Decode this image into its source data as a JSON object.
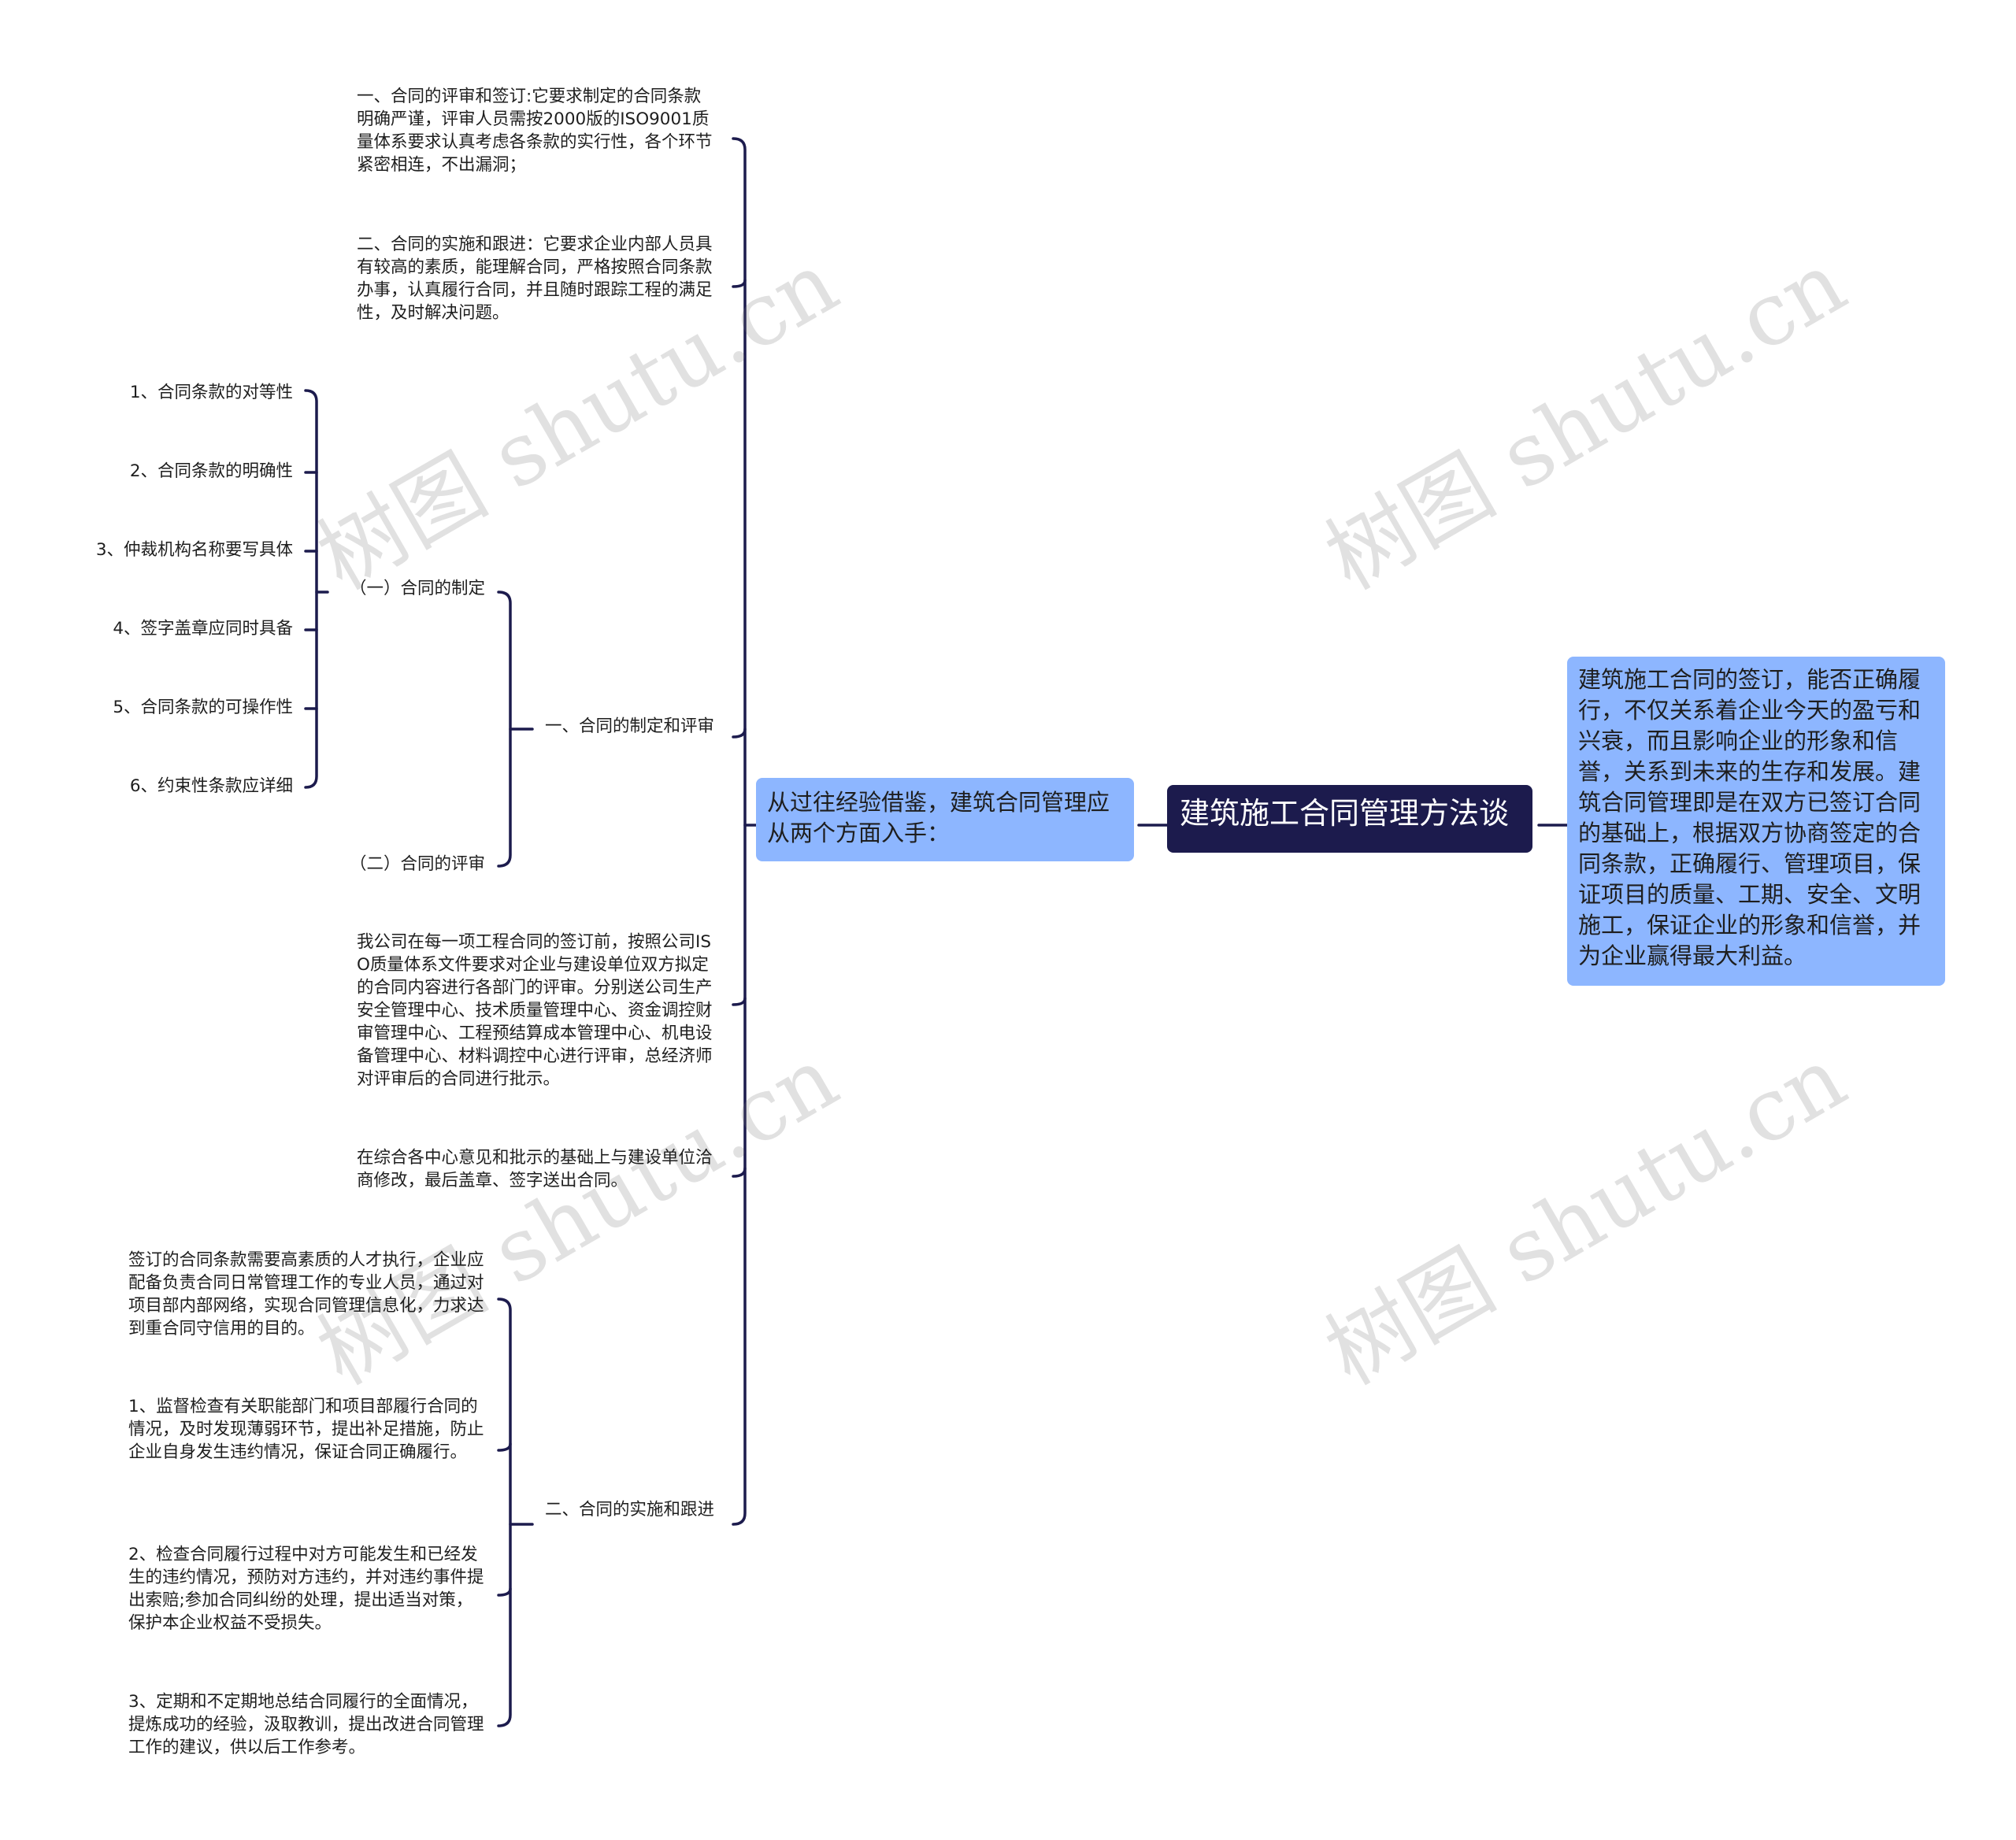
{
  "root": {
    "title": "建筑施工合同管理方法谈"
  },
  "right_note": {
    "text": "建筑施工合同的签订，能否正确履行，不仅关系着企业今天的盈亏和兴衰，而且影响企业的形象和信誉，关系到未来的生存和发展。建筑合同管理即是在双方已签订合同的基础上，根据双方协商签定的合同条款，正确履行、管理项目，保证项目的质量、工期、安全、文明施工，保证企业的形象和信誉，并为企业赢得最大利益。"
  },
  "left_main": {
    "text": "从过往经验借鉴，建筑合同管理应从两个方面入手："
  },
  "branches": {
    "eval_sign": "一、合同的评审和签订:它要求制定的合同条款明确严谨，评审人员需按2000版的ISO9001质量体系要求认真考虑各条款的实行性，各个环节紧密相连，不出漏洞；",
    "impl_follow": "二、合同的实施和跟进：它要求企业内部人员具有较高的素质，能理解合同，严格按照合同条款办事，认真履行合同，并且随时跟踪工程的满足性，及时解决问题。",
    "section1": {
      "label": "一、合同的制定和评审",
      "sub1": {
        "label": "（一）合同的制定",
        "items": [
          "1、合同条款的对等性",
          "2、合同条款的明确性",
          "3、仲裁机构名称要写具体",
          "4、签字盖章应同时具备",
          "5、合同条款的可操作性",
          "6、约束性条款应详细"
        ]
      },
      "sub2": {
        "label": "（二）合同的评审"
      }
    },
    "company_review": "我公司在每一项工程合同的签订前，按照公司ISO质量体系文件要求对企业与建设单位双方拟定的合同内容进行各部门的评审。分别送公司生产安全管理中心、技术质量管理中心、资金调控财审管理中心、工程预结算成本管理中心、机电设备管理中心、材料调控中心进行评审，总经济师对评审后的合同进行批示。",
    "negotiate": "在综合各中心意见和批示的基础上与建设单位洽商修改，最后盖章、签字送出合同。",
    "section2": {
      "label": "二、合同的实施和跟进",
      "items": [
        "签订的合同条款需要高素质的人才执行，企业应配备负责合同日常管理工作的专业人员，通过对项目部内部网络，实现合同管理信息化，力求达到重合同守信用的目的。",
        "1、监督检查有关职能部门和项目部履行合同的情况，及时发现薄弱环节，提出补足措施，防止企业自身发生违约情况，保证合同正确履行。",
        "2、检查合同履行过程中对方可能发生和已经发生的违约情况，预防对方违约，并对违约事件提出索赔;参加合同纠纷的处理，提出适当对策，保护本企业权益不受损失。",
        "3、定期和不定期地总结合同履行的全面情况，提炼成功的经验，汲取教训，提出改进合同管理工作的建议，供以后工作参考。"
      ]
    }
  },
  "watermark": {
    "text": "树图 shutu.cn"
  },
  "colors": {
    "line": "#1c1b4d",
    "root_bg": "#1c1b4d",
    "node_bg": "#8db6ff"
  }
}
